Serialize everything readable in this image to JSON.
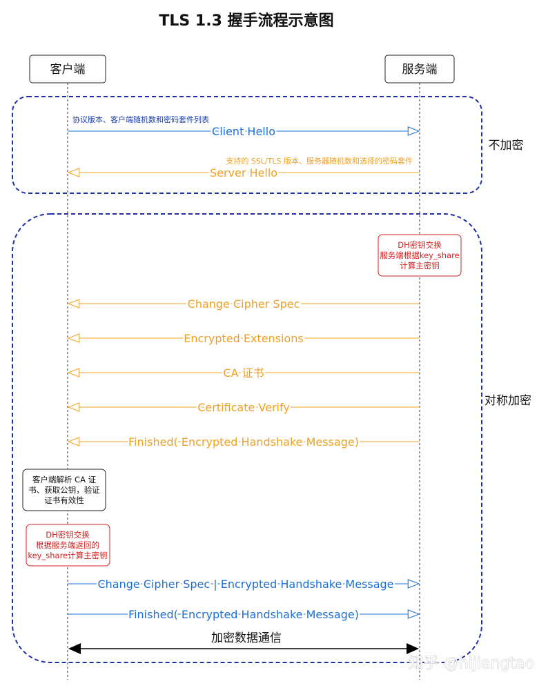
{
  "title": "TLS 1.3 握手流程示意图",
  "actors": {
    "client": "客户端",
    "server": "服务端"
  },
  "zones": {
    "unencrypted": "不加密",
    "symmetric": "对称加密"
  },
  "colors": {
    "blue": "#1a6fd6",
    "orange": "#f0a020",
    "red": "#d42020",
    "frame": "#1f2fa8",
    "text": "#111111"
  },
  "messages": {
    "client_hello": {
      "desc": "协议版本、客户端随机数和密码套件列表",
      "label": "Client Hello"
    },
    "server_hello": {
      "desc": "支持的 SSL/TLS 版本、服务器随机数和选择的密码套件",
      "label": "Server Hello"
    },
    "server_ccs": "Change Cipher Spec",
    "encrypted_extensions": "Encrypted Extensions",
    "ca_cert": "CA 证书",
    "cert_verify": "Certificate Verify",
    "server_finished": "Finished( Encrypted Handshake Message)",
    "client_ccs": "Change Cipher Spec | Encrypted Handshake Message",
    "client_finished": "Finished( Encrypted Handshake Message)",
    "data": "加密数据通信"
  },
  "notes": {
    "server_dh": [
      "DH密钥交换",
      "服务端根据key_share",
      "计算主密钥"
    ],
    "client_parse": [
      "客户端解析 CA 证",
      "书、获取公钥，验证",
      "证书有效性"
    ],
    "client_dh": [
      "DH密钥交换",
      "根据服务端返回的",
      "key_share计算主密钥"
    ]
  },
  "watermark": "知乎 @hijiangtao"
}
